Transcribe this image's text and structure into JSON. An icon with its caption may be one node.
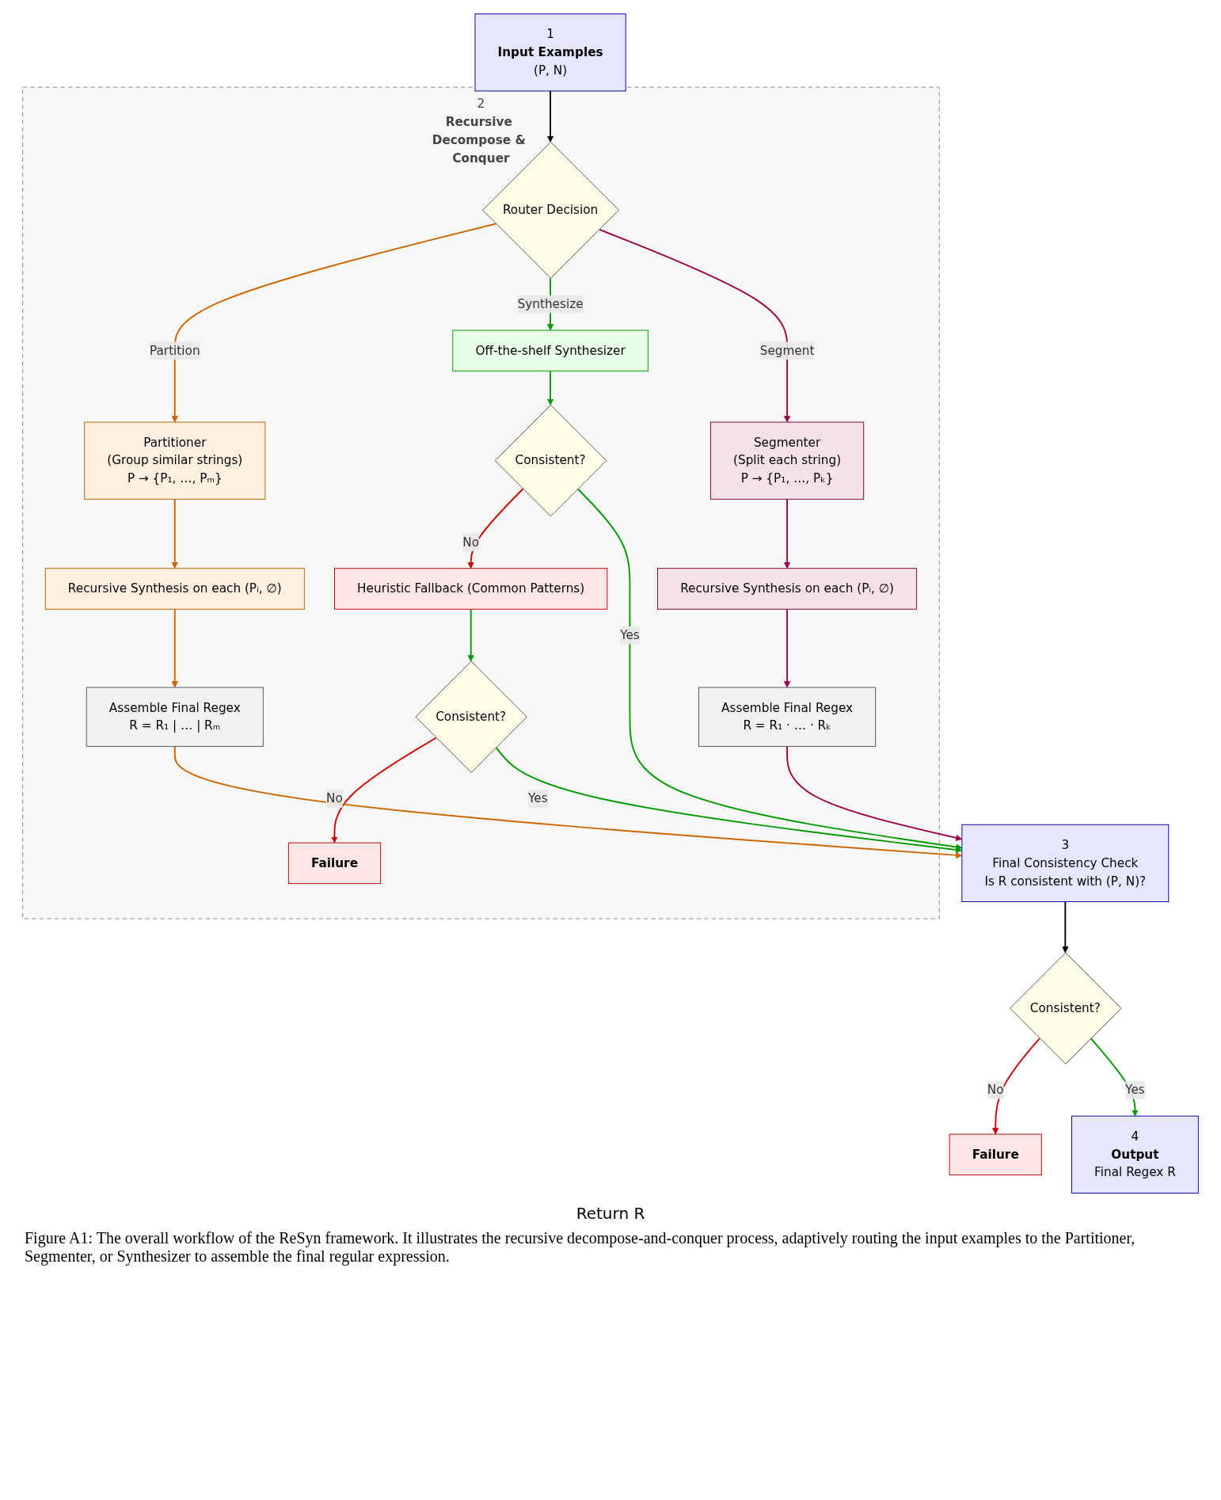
{
  "diagram": {
    "nodes": [
      {
        "text": [
          "1",
          "Input Examples",
          "(P, N)"
        ]
      },
      {
        "text": [
          "2",
          "Recursive Decompose & Conquer"
        ]
      },
      {
        "text": [
          "Router Decision"
        ],
        "in": 1
      },
      {
        "text": [
          "Partitioner",
          "(Group similar strings)",
          "P → {P₁, …, Pₘ}"
        ],
        "in": 1
      },
      {
        "text": [
          "Off-the-shelf Synthesizer"
        ],
        "in": 1
      },
      {
        "text": [
          "Segmenter",
          "(Split each string)",
          "P → {P₁, …, Pₖ}"
        ],
        "in": 1
      },
      {
        "text": [
          "Recursive Synthesis on each (Pᵢ, ∅)"
        ],
        "in": 1
      },
      {
        "text": [
          "Consistent?"
        ],
        "in": 1
      },
      {
        "text": [
          "Heuristic Fallback (Common Patterns)"
        ],
        "in": 1
      },
      {
        "text": [
          "Recursive Synthesis on each (Pᵢ, ∅)"
        ],
        "in": 1
      },
      {
        "text": [
          "Assemble Final Regex",
          "R = R₁ | … | Rₘ"
        ],
        "in": 1
      },
      {
        "text": [
          "Assemble Final Regex",
          "R = R₁ · … · Rₖ"
        ],
        "in": 1
      },
      {
        "text": [
          "Consistent?"
        ],
        "in": 1
      },
      {
        "text": [
          "Failure"
        ],
        "in": 1
      },
      {
        "text": [
          "3",
          "Final Consistency Check",
          "Is R consistent with (P, N)?"
        ]
      },
      {
        "text": [
          "Consistent?"
        ]
      },
      {
        "text": [
          "Failure"
        ]
      },
      {
        "text": [
          "4",
          "Output",
          "Final Regex R"
        ]
      }
    ],
    "edges": [
      {
        "from": 0,
        "to": 2,
        "arrow": "to",
        "color": "#000000"
      },
      {
        "from": 2,
        "to": 3,
        "arrow": "to",
        "label": "Partition",
        "color": "#cc6600"
      },
      {
        "from": 2,
        "to": 4,
        "arrow": "to",
        "label": "Synthesize",
        "color": "#009900"
      },
      {
        "from": 2,
        "to": 5,
        "arrow": "to",
        "label": "Segment",
        "color": "#990044"
      },
      {
        "from": 3,
        "to": 6,
        "arrow": "to",
        "color": "#cc6600"
      },
      {
        "from": 4,
        "to": 7,
        "arrow": "to",
        "color": "#009900"
      },
      {
        "from": 5,
        "to": 9,
        "arrow": "to",
        "color": "#990044"
      },
      {
        "from": 7,
        "to": 8,
        "arrow": "to",
        "label": "No",
        "color": "#cc0000"
      },
      {
        "from": 6,
        "to": 10,
        "arrow": "to",
        "color": "#cc6600"
      },
      {
        "from": 9,
        "to": 11,
        "arrow": "to",
        "color": "#990044"
      },
      {
        "from": 8,
        "to": 12,
        "arrow": "to",
        "color": "#009900"
      },
      {
        "from": 12,
        "to": 13,
        "arrow": "to",
        "label": "No",
        "color": "#cc0000"
      },
      {
        "from": 10,
        "to": 14,
        "arrow": "to",
        "color": "#cc6600"
      },
      {
        "from": 7,
        "to": 14,
        "arrow": "to",
        "label": "Yes",
        "color": "#009900"
      },
      {
        "from": 12,
        "to": 14,
        "arrow": "to",
        "label": "Yes",
        "color": "#009900"
      },
      {
        "from": 11,
        "to": 14,
        "arrow": "to",
        "color": "#990044"
      },
      {
        "from": 14,
        "to": 15,
        "arrow": "to",
        "color": "#000000"
      },
      {
        "from": 15,
        "to": 16,
        "arrow": "to",
        "label": "No",
        "color": "#cc0000"
      },
      {
        "from": 15,
        "to": 17,
        "arrow": "to",
        "label": "Yes",
        "color": "#009900"
      }
    ],
    "labels": [
      "Return R"
    ],
    "caption": "Figure A1: The overall workflow of the ReSyn framework. It illustrates the recursive decompose-and-conquer process, adaptively routing the input examples to the Partitioner, Segmenter, or Synthesizer to assemble the final regular expression."
  }
}
